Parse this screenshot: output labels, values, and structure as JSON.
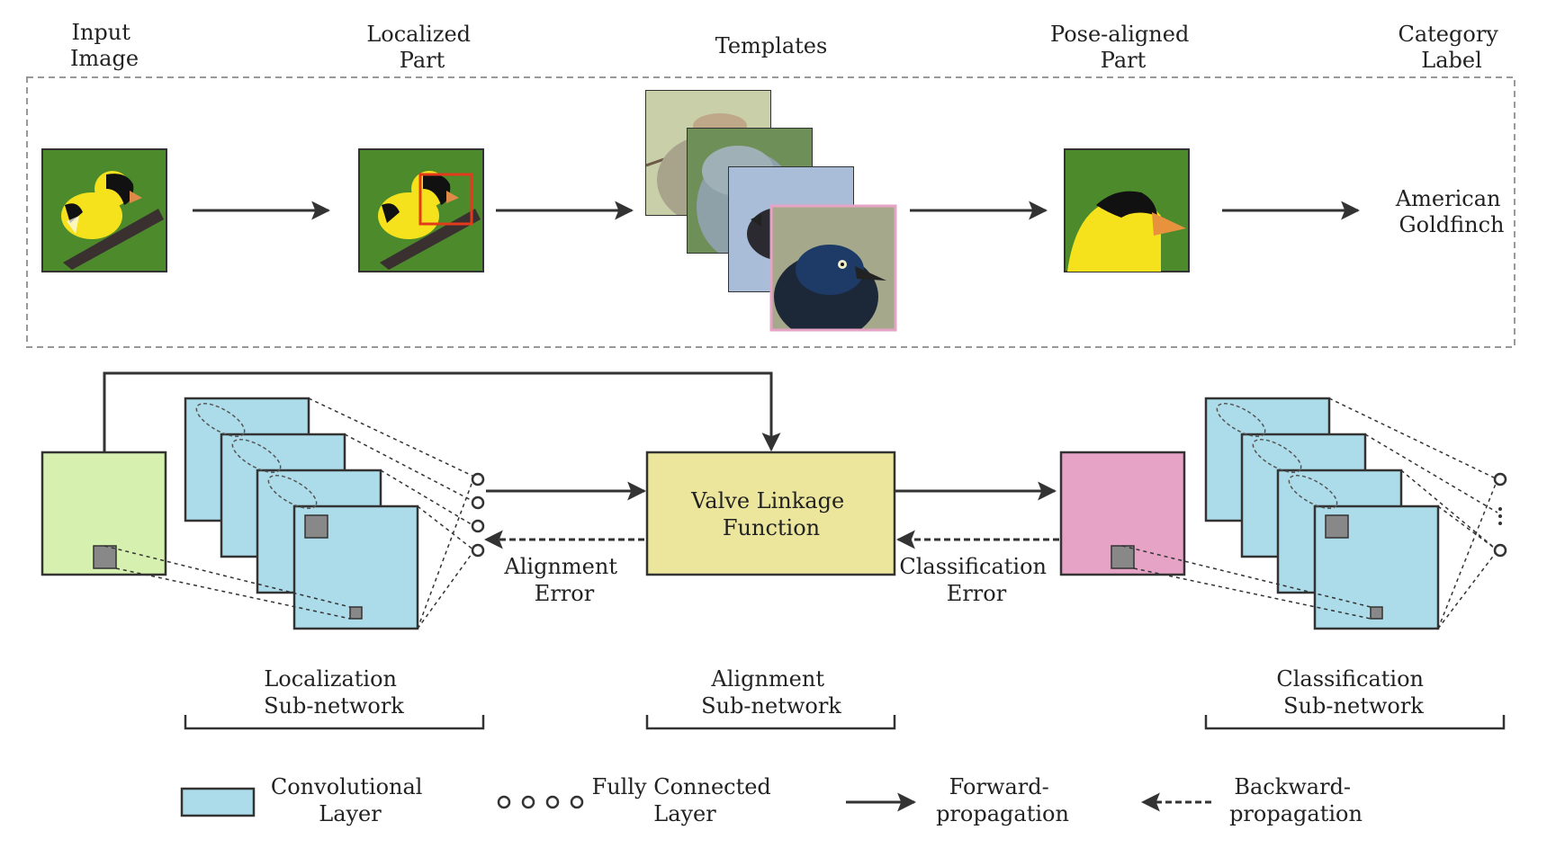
{
  "pipeline": {
    "input_image": [
      "Input",
      "Image"
    ],
    "localized_part": [
      "Localized",
      "Part"
    ],
    "templates": "Templates",
    "pose_aligned_part": [
      "Pose-aligned",
      "Part"
    ],
    "category_label": [
      "Category",
      "Label"
    ],
    "predicted_class": [
      "American",
      "Goldfinch"
    ]
  },
  "network": {
    "valve": [
      "Valve Linkage",
      "Function"
    ],
    "alignment_error": [
      "Alignment",
      "Error"
    ],
    "classification_error": [
      "Classification",
      "Error"
    ],
    "localization_subnetwork": [
      "Localization",
      "Sub-network"
    ],
    "alignment_subnetwork": [
      "Alignment",
      "Sub-network"
    ],
    "classification_subnetwork": [
      "Classification",
      "Sub-network"
    ]
  },
  "legend": {
    "conv_layer": [
      "Convolutional",
      "Layer"
    ],
    "fc_layer": [
      "Fully Connected",
      "Layer"
    ],
    "forward": [
      "Forward-",
      "propagation"
    ],
    "backward": [
      "Backward-",
      "propagation"
    ]
  },
  "colors": {
    "conv": "#acdcea",
    "input_green": "#d6f0b0",
    "valve_yellow": "#ebe69c",
    "pink": "#e6a3c6",
    "bird_bg": "#4c8a2c",
    "bird_yellow": "#f6e21c",
    "box_red": "#e23a1a"
  }
}
